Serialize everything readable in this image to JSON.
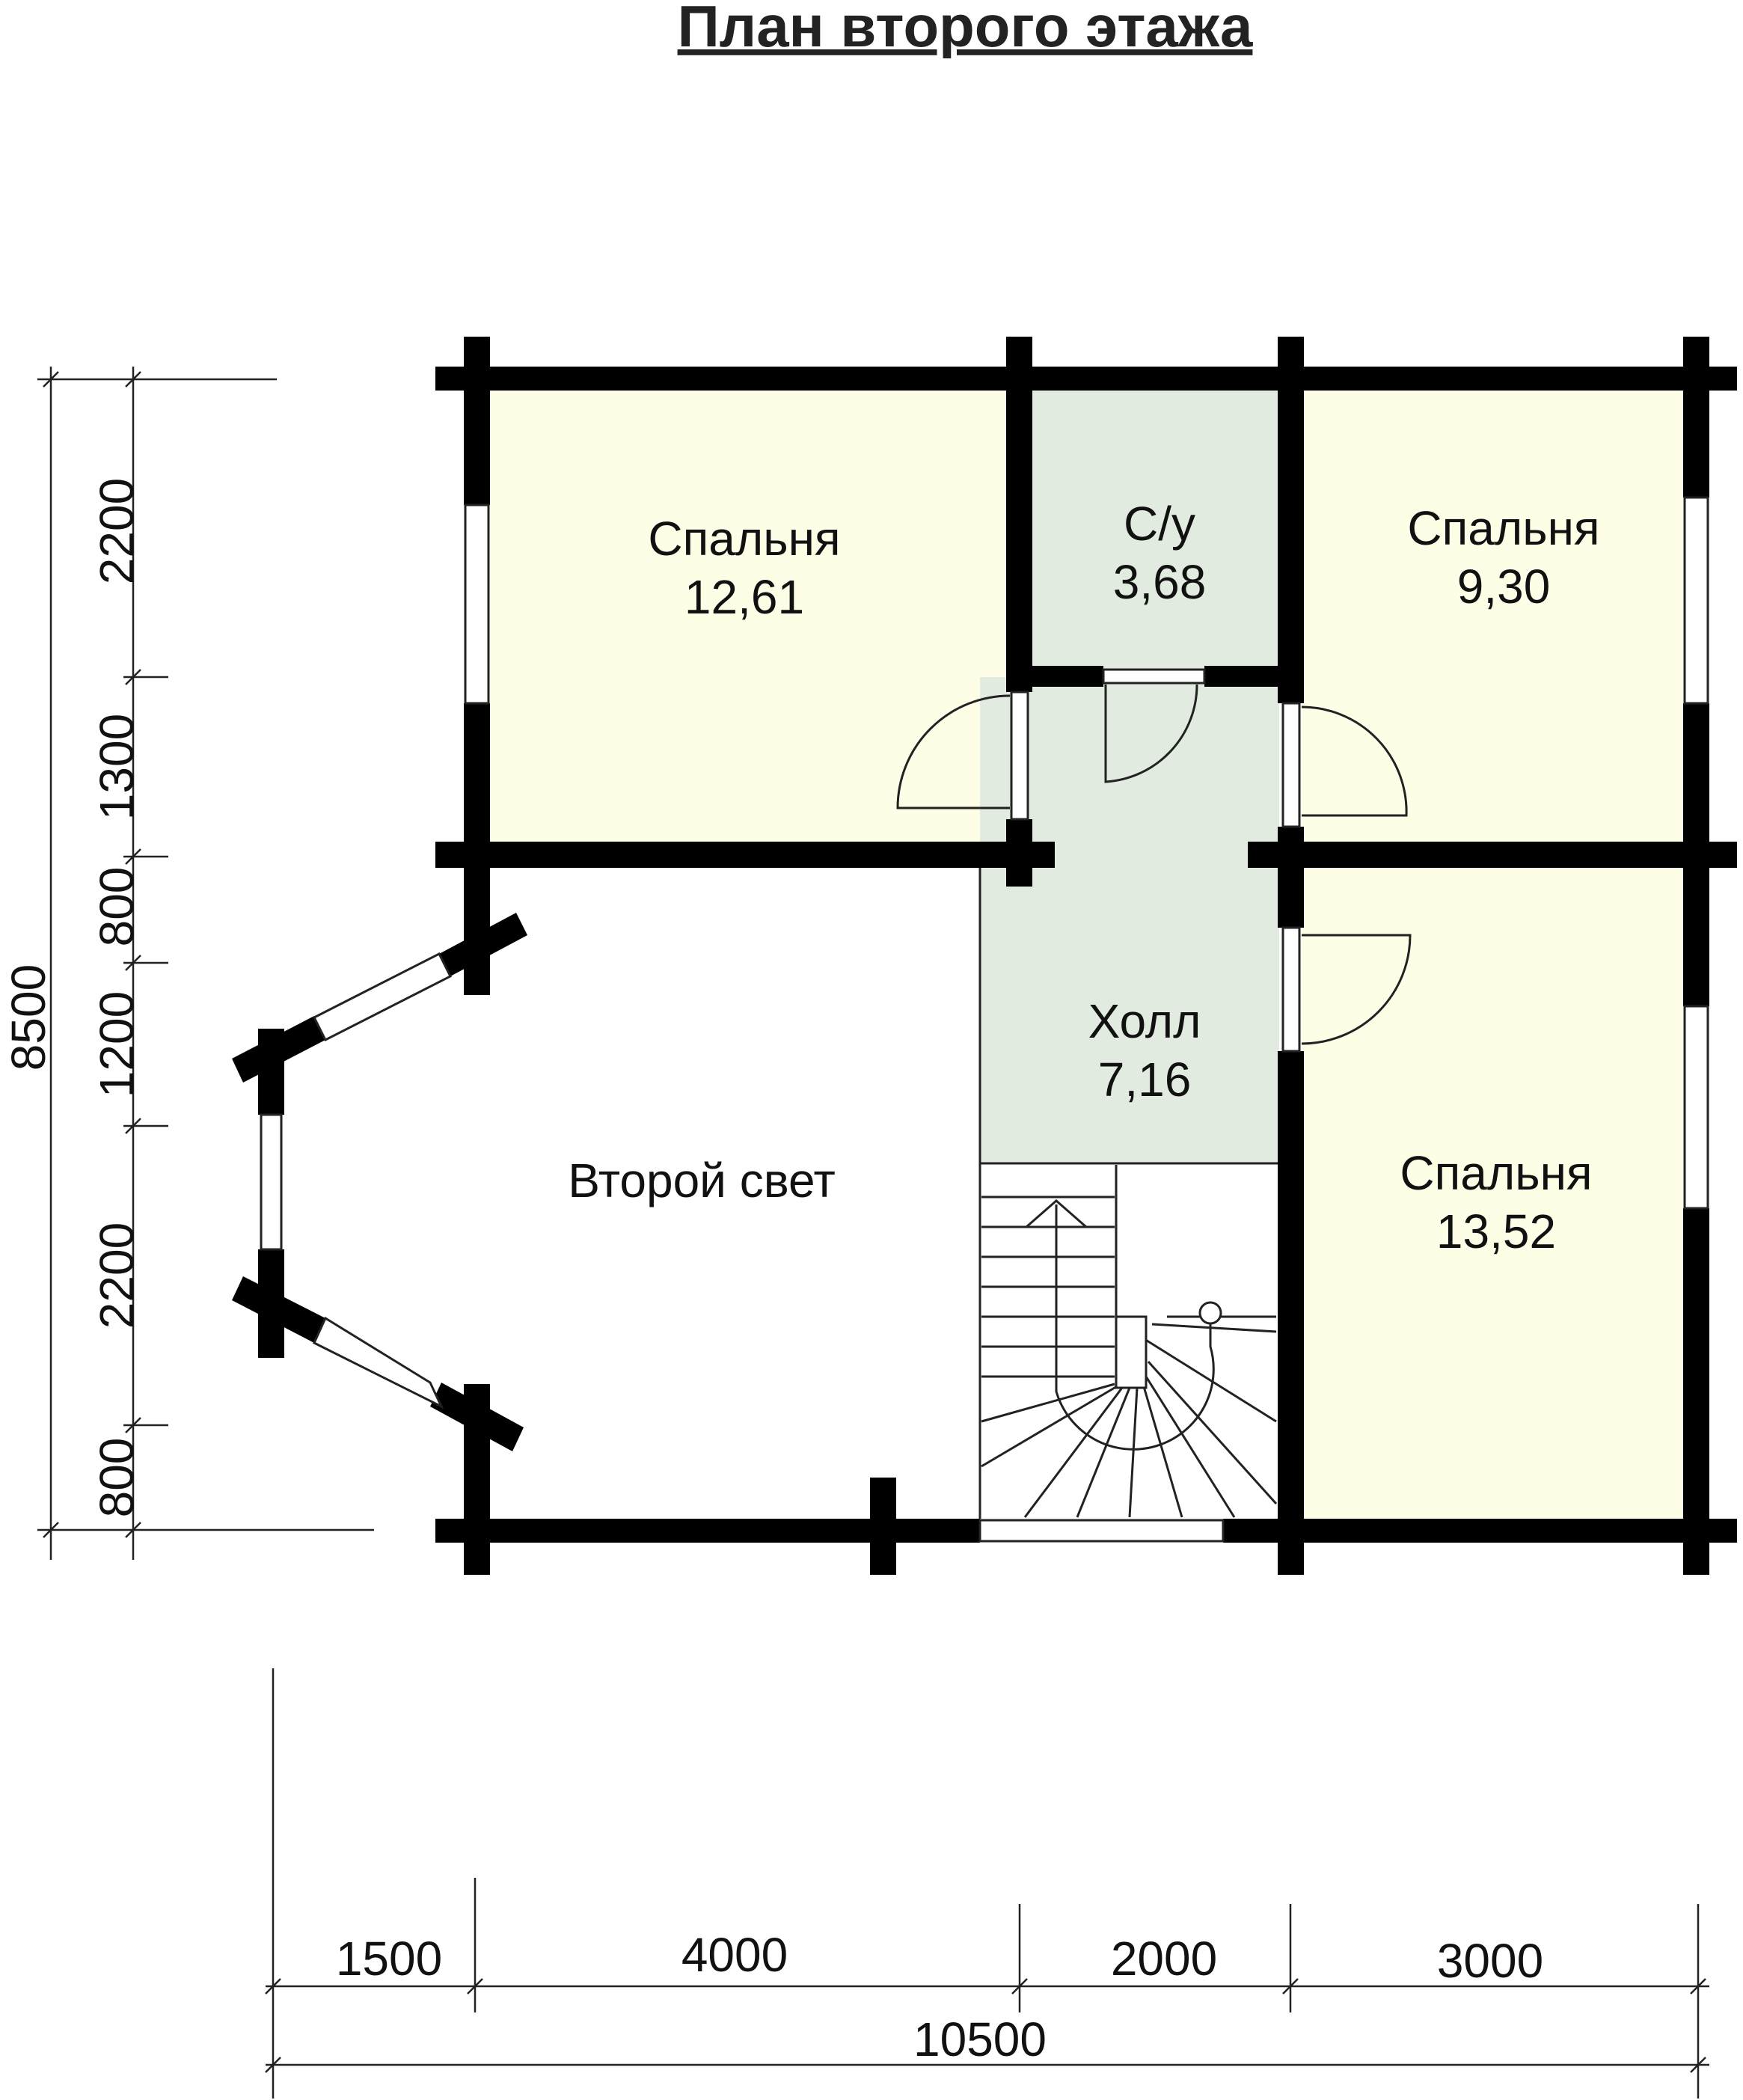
{
  "title": "План второго этажа",
  "colors": {
    "bedroom_fill": "#fefde6",
    "wet_fill": "#e2ebe0",
    "wall": "#000000",
    "line": "#222222",
    "background": "#ffffff"
  },
  "rooms": {
    "bedroom_nw": {
      "name": "Спальня",
      "area": "12,61"
    },
    "wc": {
      "name": "С/у",
      "area": "3,68"
    },
    "bedroom_ne": {
      "name": "Спальня",
      "area": "9,30"
    },
    "hall": {
      "name": "Холл",
      "area": "7,16"
    },
    "bedroom_se": {
      "name": "Спальня",
      "area": "13,52"
    },
    "second_light": {
      "name": "Второй свет"
    }
  },
  "dimensions": {
    "vertical_total": "8500",
    "vertical_segments": [
      "2200",
      "1300",
      "800",
      "1200",
      "2200",
      "800"
    ],
    "horizontal_segments": [
      "1500",
      "4000",
      "2000",
      "3000"
    ],
    "horizontal_total": "10500"
  }
}
